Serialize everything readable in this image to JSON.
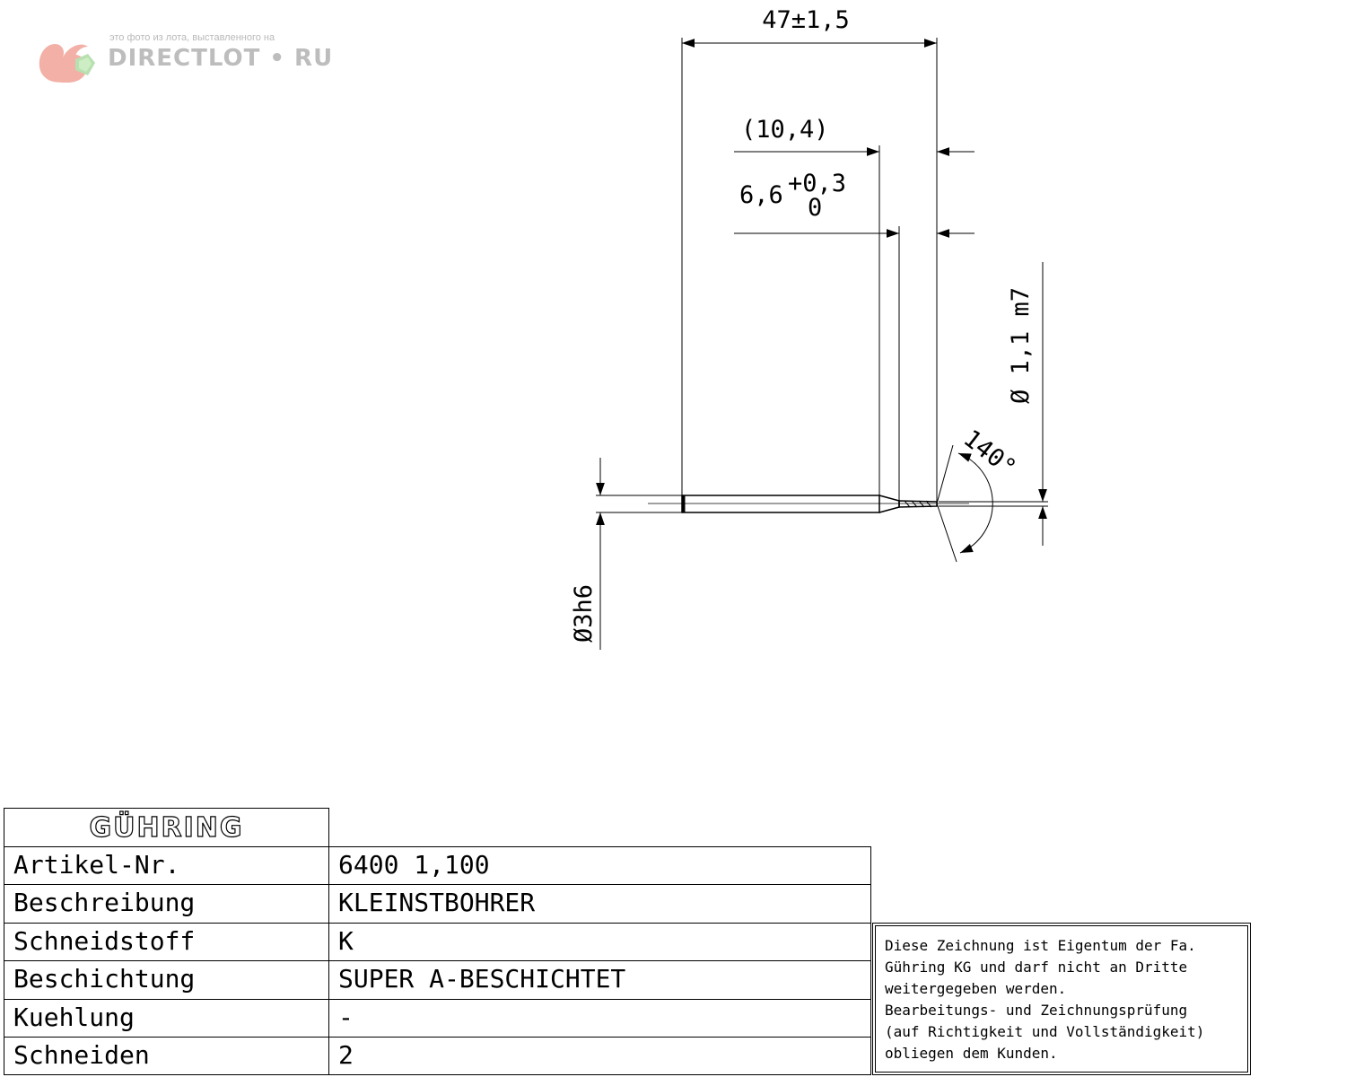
{
  "watermark": {
    "caption": "это фото из лота, выставленного на",
    "site": "DIRECTLOT • RU"
  },
  "dimensions": {
    "overall_length": "47±1,5",
    "flute_ref": "(10,4)",
    "flute_nominal": "6,6",
    "flute_tol_upper": "+0,3",
    "flute_tol_lower": "0",
    "tip_diameter": "Ø 1,1 m7",
    "point_angle": "140°",
    "shank_diameter": "Ø3h6"
  },
  "title_block": {
    "brand": "GÜHRING",
    "rows": [
      {
        "label": "Artikel-Nr.",
        "value": "6400 1,100"
      },
      {
        "label": "Beschreibung",
        "value": "KLEINSTBOHRER"
      },
      {
        "label": "Schneidstoff",
        "value": "K"
      },
      {
        "label": "Beschichtung",
        "value": "SUPER A-BESCHICHTET"
      },
      {
        "label": "Kuehlung",
        "value": "-"
      },
      {
        "label": "Schneiden",
        "value": "2"
      }
    ]
  },
  "notice": {
    "lines": [
      "Diese Zeichnung ist Eigentum der Fa.",
      "Gühring KG und darf nicht an Dritte",
      "weitergegeben werden.",
      "Bearbeitungs- und Zeichnungsprüfung",
      "(auf Richtigkeit und Vollständigkeit)",
      "obliegen dem Kunden."
    ]
  }
}
